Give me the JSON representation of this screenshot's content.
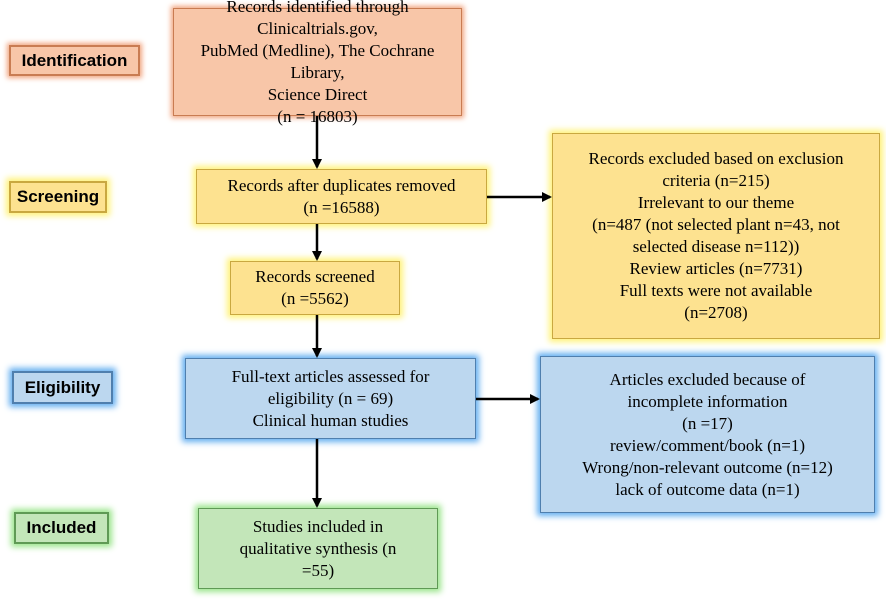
{
  "stages": {
    "identification": "Identification",
    "screening": "Screening",
    "eligibility": "Eligibility",
    "included": "Included"
  },
  "boxes": {
    "identified": [
      "Records identified through Clinicaltrials.gov,",
      "PubMed (Medline), The Cochrane Library,",
      "Science Direct",
      "(n = 16803)"
    ],
    "duplicates_removed": [
      "Records after duplicates removed",
      "(n =16588)"
    ],
    "screened": [
      "Records screened",
      "(n =5562)"
    ],
    "excluded_screening": [
      "Records excluded based on exclusion",
      "criteria (n=215)",
      "Irrelevant to our theme",
      "(n=487 (not selected plant n=43, not",
      "selected disease n=112))",
      "Review articles (n=7731)",
      "Full texts were not available",
      "(n=2708)"
    ],
    "full_text": [
      "Full-text articles assessed for",
      "eligibility (n = 69)",
      "Clinical human studies"
    ],
    "excluded_eligibility": [
      "Articles excluded because of",
      "incomplete information",
      "(n =17)",
      "review/comment/book (n=1)",
      "Wrong/non-relevant outcome (n=12)",
      "lack of outcome data (n=1)"
    ],
    "included": [
      "Studies included in",
      "qualitative synthesis (n",
      "=55)"
    ]
  },
  "colors": {
    "identification": "#f8c6a8",
    "screening": "#fde290",
    "eligibility": "#bcd7ef",
    "included": "#c3e6b9"
  }
}
